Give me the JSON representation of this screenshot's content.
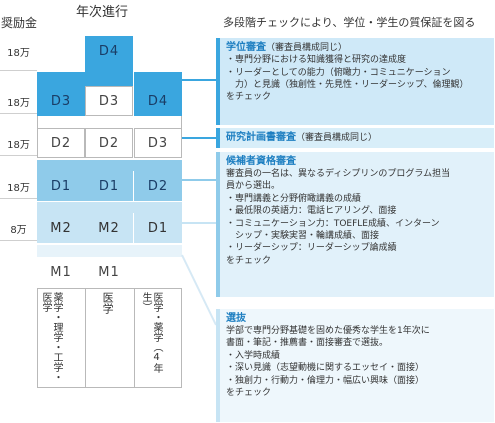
{
  "header": {
    "scholarship": "奨励金",
    "annual": "年次進行",
    "caption": "多段階チェックにより、学位・学生の質保証を図る"
  },
  "amounts": [
    "18万",
    "18万",
    "18万",
    "18万",
    "8万"
  ],
  "grid": {
    "row1": [
      "D4"
    ],
    "row2": [
      "D3",
      "D3",
      "D4"
    ],
    "row3": [
      "D2",
      "D2",
      "D3"
    ],
    "row4": [
      "D1",
      "D1",
      "D2"
    ],
    "row5": [
      "M2",
      "M2",
      "D1"
    ],
    "row6": [
      "M1",
      "M1"
    ],
    "entry": [
      "薬学・理学・工学・医学",
      "医学",
      "医学・薬学（4年生）"
    ]
  },
  "boxes": {
    "degree": {
      "title": "学位審査",
      "sub": "（審査員構成同じ）",
      "lines": [
        "・専門分野における知識獲得と研究の達成度",
        "・リーダーとしての能力（俯瞰力・コミュニケーション",
        "　力）と見識（独創性・先見性・リーダーシップ、倫理観）",
        "をチェック"
      ]
    },
    "plan": {
      "title": "研究計画書審査",
      "sub": "（審査員構成同じ）"
    },
    "candidate": {
      "title": "候補者資格審査",
      "lines": [
        "審査員の一名は、異なるディシプリンのプログラム担当",
        "員から選出。",
        "・専門講義と分野俯瞰講義の成績",
        "・最低限の英語力：電話ヒアリング、面接",
        "・コミュニケーション力：TOEFLE成績、インターン",
        "　シップ・実験実習・輪講成績、面接",
        "・リーダーシップ：リーダーシップ論成績",
        "をチェック"
      ]
    },
    "selection": {
      "title": "選抜",
      "lines": [
        "学部で専門分野基礎を固めた優秀な学生を1年次に",
        "書面・筆記・推薦書・面接審査で選抜。",
        "・入学時成績",
        "・深い見識（志望動機に関するエッセイ・面接）",
        "・独創力・行動力・倫理力・幅広い興味（面接）",
        "をチェック"
      ]
    }
  }
}
